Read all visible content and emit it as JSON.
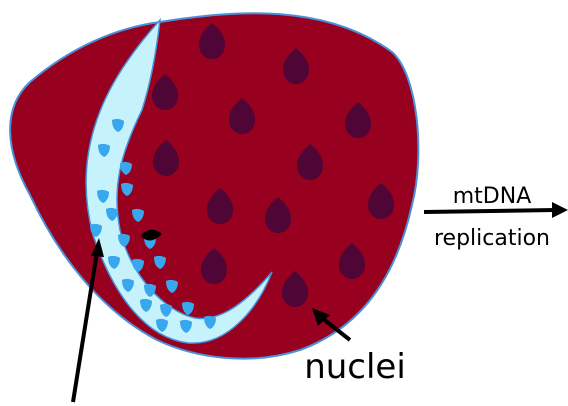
{
  "labels": {
    "mtdna": "mtDNA",
    "replication": "replication",
    "nuclei": "nuclei"
  },
  "colors": {
    "background": "#ffffff",
    "cell_fill": "#97001e",
    "cell_outline": "#4a90d9",
    "nucleus_fill": "#4f0535",
    "crescent_fill": "#c6f3fb",
    "crescent_outline": "#4a90d9",
    "mito_fill": "#38a7ee",
    "arrow": "#000000"
  }
}
